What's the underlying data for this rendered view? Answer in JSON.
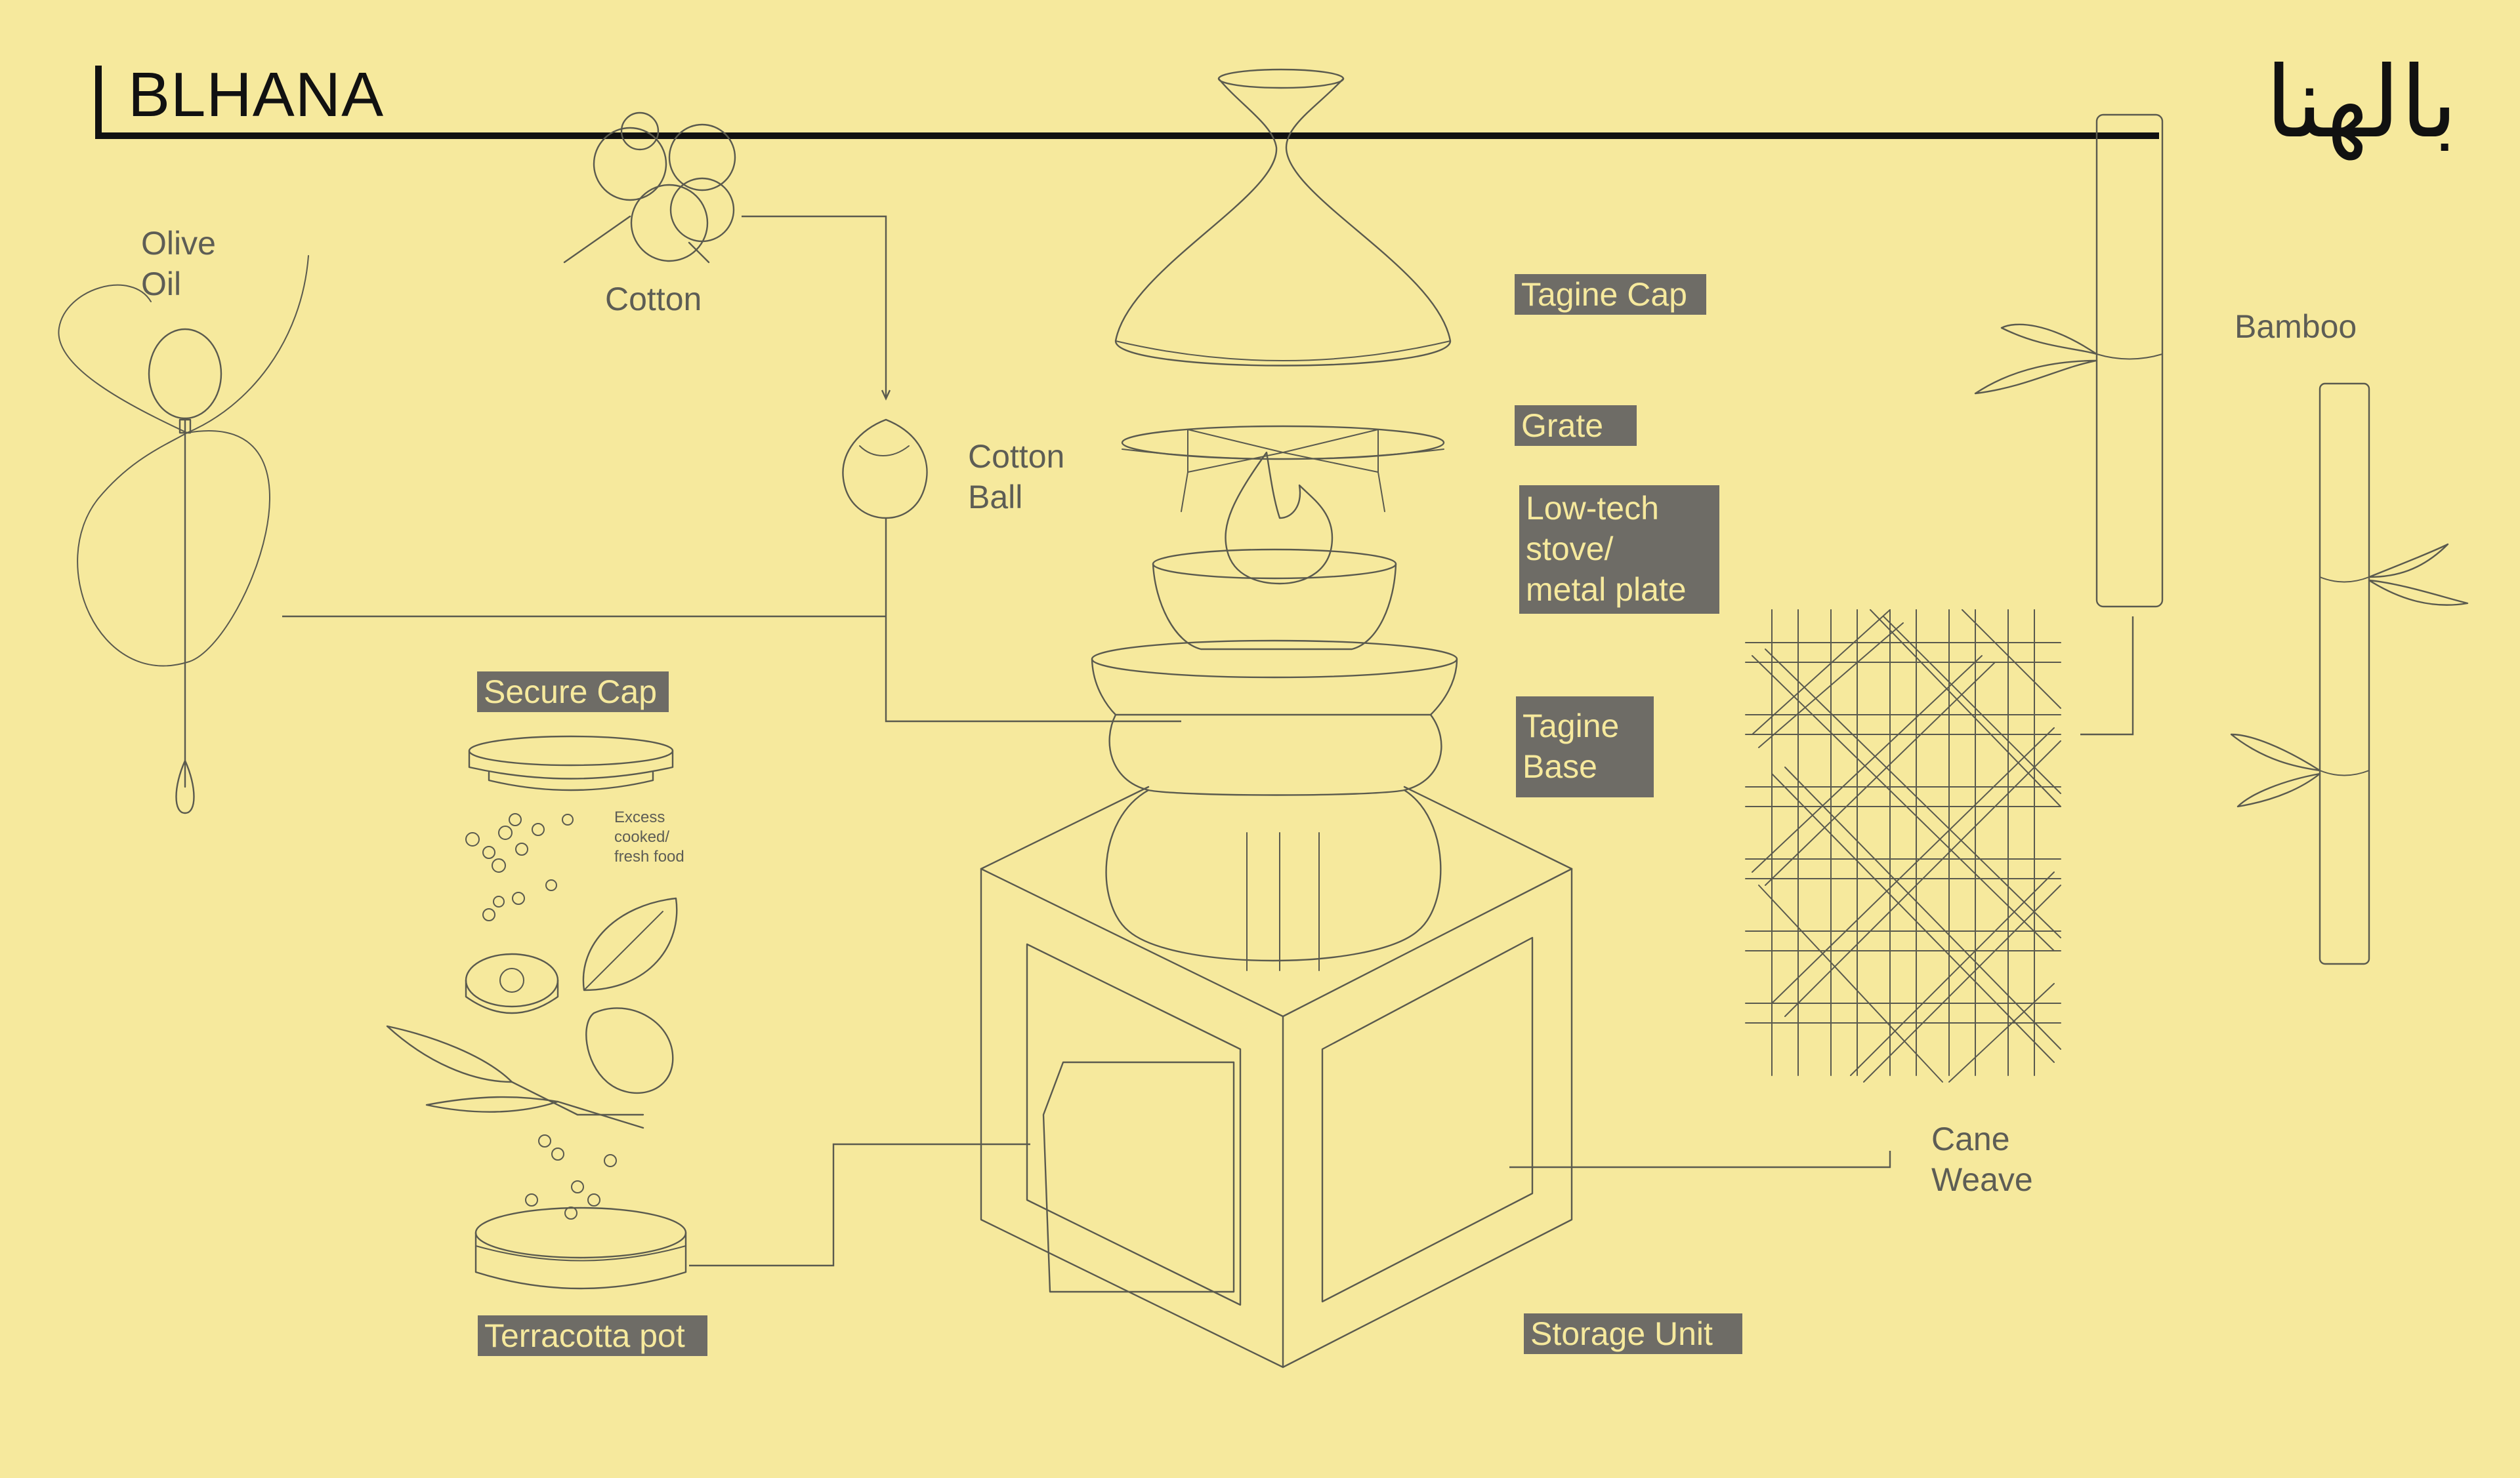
{
  "brand": {
    "name_latin": "BLHANA",
    "name_arabic": "بالهنا"
  },
  "colors": {
    "background": "#f6e99d",
    "line": "#5a5a4e",
    "tag_fill": "#6e6c66",
    "tag_text": "#f6e99d",
    "frame": "#111111"
  },
  "materials": {
    "olive_oil": "Olive\nOil",
    "cotton": "Cotton",
    "cotton_ball": "Cotton\nBall",
    "bamboo": "Bamboo",
    "cane_weave": "Cane\nWeave"
  },
  "component_tags": {
    "tagine_cap": "Tagine Cap",
    "grate": "Grate",
    "stove": "Low-tech\nstove/\nmetal plate",
    "tagine_base": "Tagine\nBase",
    "storage_unit": "Storage Unit",
    "secure_cap": "Secure Cap",
    "terracotta_pot": "Terracotta pot"
  },
  "notes": {
    "excess_food": "Excess\ncooked/\nfresh food"
  }
}
